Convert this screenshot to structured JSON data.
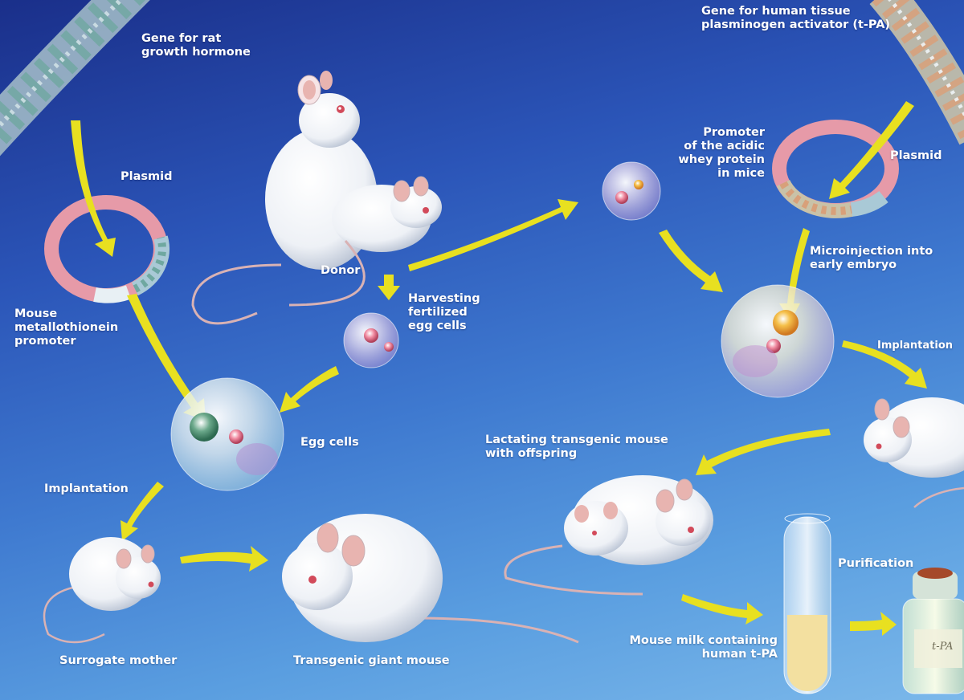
{
  "labels": {
    "gene_rat": "Gene for rat\ngrowth hormone",
    "plasmid_left": "Plasmid",
    "mouse_promoter": "Mouse\nmetallothionein\npromoter",
    "donor": "Donor",
    "harvesting": "Harvesting\nfertilized\negg cells",
    "egg_cells": "Egg cells",
    "implantation_left": "Implantation",
    "surrogate": "Surrogate mother",
    "giant": "Transgenic giant mouse",
    "gene_human": "Gene for human tissue\nplasminogen activator (t-PA)",
    "promoter_whey": "Promoter\nof the acidic\nwhey protein\nin mice",
    "plasmid_right": "Plasmid",
    "microinjection": "Microinjection into\nearly embryo",
    "implantation_right": "Implantation",
    "lactating": "Lactating transgenic mouse\nwith offspring",
    "purification": "Purification",
    "milk": "Mouse milk containing\nhuman t-PA",
    "vial_label": "t-PA"
  },
  "colors": {
    "arrow": "#e8e020",
    "mouse": "#f2f4f8",
    "mouse_shade": "#c9d0dc",
    "ear": "#e8b4b0",
    "eye": "#d24a5a",
    "dna": "#9fb8c6",
    "dna_accent": "#d8a07a",
    "milk": "#f3e0a0",
    "plasmid_pink": "#e69aa8",
    "plasmid_blue": "#a9c9d6"
  }
}
